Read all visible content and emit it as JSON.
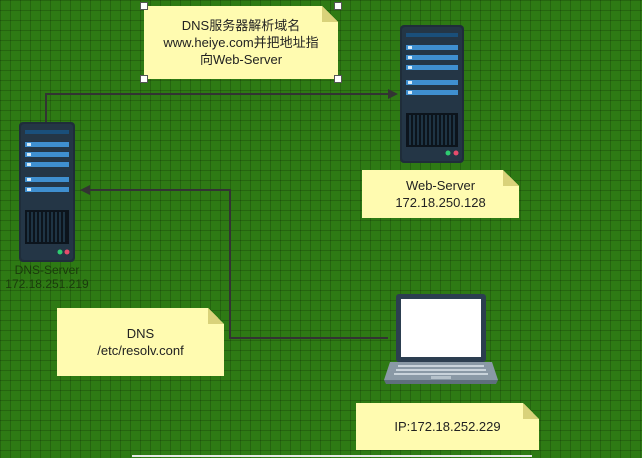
{
  "background_color": "#2e7a14",
  "note_color": "#fffbb0",
  "notes": {
    "dns_resolve": {
      "line1": "DNS服务器解析域名",
      "line2": "www.heiye.com并把地址指",
      "line3": "向Web-Server"
    },
    "web_server": {
      "line1": "Web-Server",
      "line2": "172.18.250.128"
    },
    "dns_conf": {
      "line1": "DNS",
      "line2": "/etc/resolv.conf"
    },
    "client_ip": {
      "line1": "IP:172.18.252.229"
    }
  },
  "dns_server": {
    "name": "DNS-Server",
    "ip": "172.18.251.219",
    "icon": "server-icon"
  },
  "web_server_node": {
    "icon": "server-icon"
  },
  "client": {
    "icon": "laptop-icon"
  }
}
